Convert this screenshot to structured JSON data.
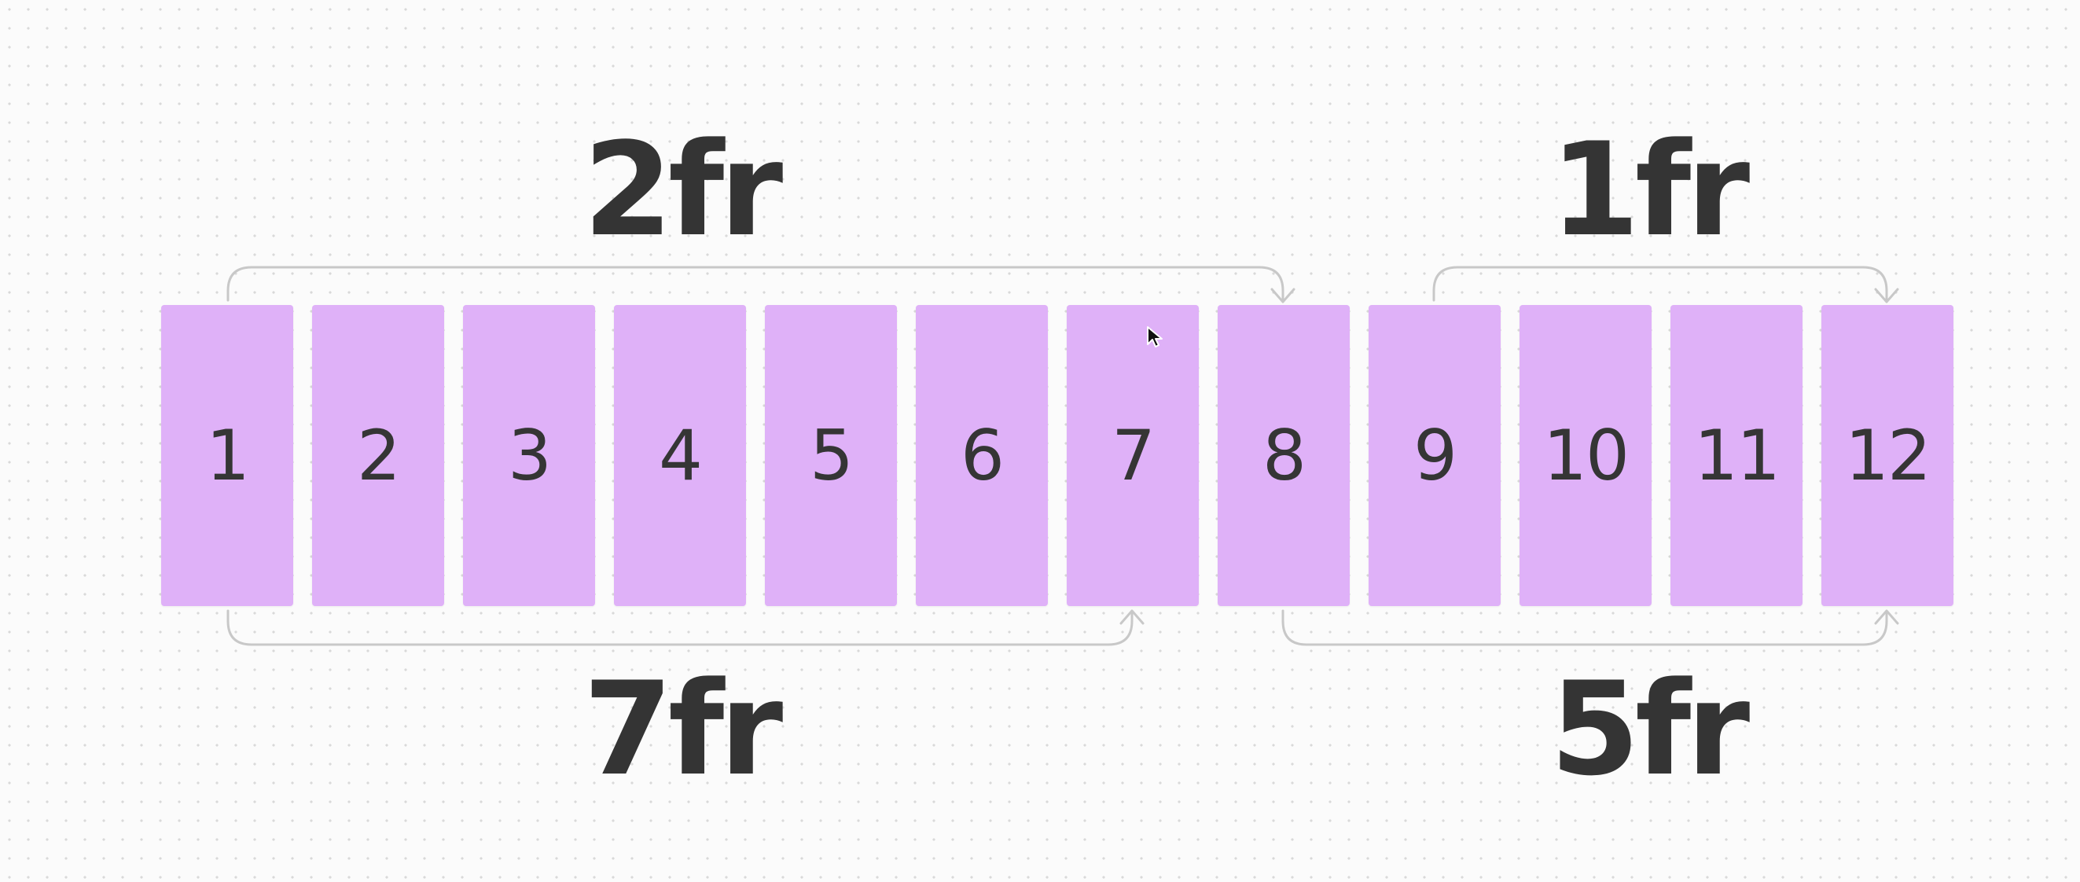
{
  "diagram": {
    "columns": [
      "1",
      "2",
      "3",
      "4",
      "5",
      "6",
      "7",
      "8",
      "9",
      "10",
      "11",
      "12"
    ],
    "labels": {
      "top_left": "2fr",
      "top_right": "1fr",
      "bottom_left": "7fr",
      "bottom_right": "5fr"
    },
    "colors": {
      "column_fill": "#dfb1f8",
      "text": "#353535",
      "bracket": "#c8c8c8",
      "background": "#fbfbfb"
    }
  }
}
